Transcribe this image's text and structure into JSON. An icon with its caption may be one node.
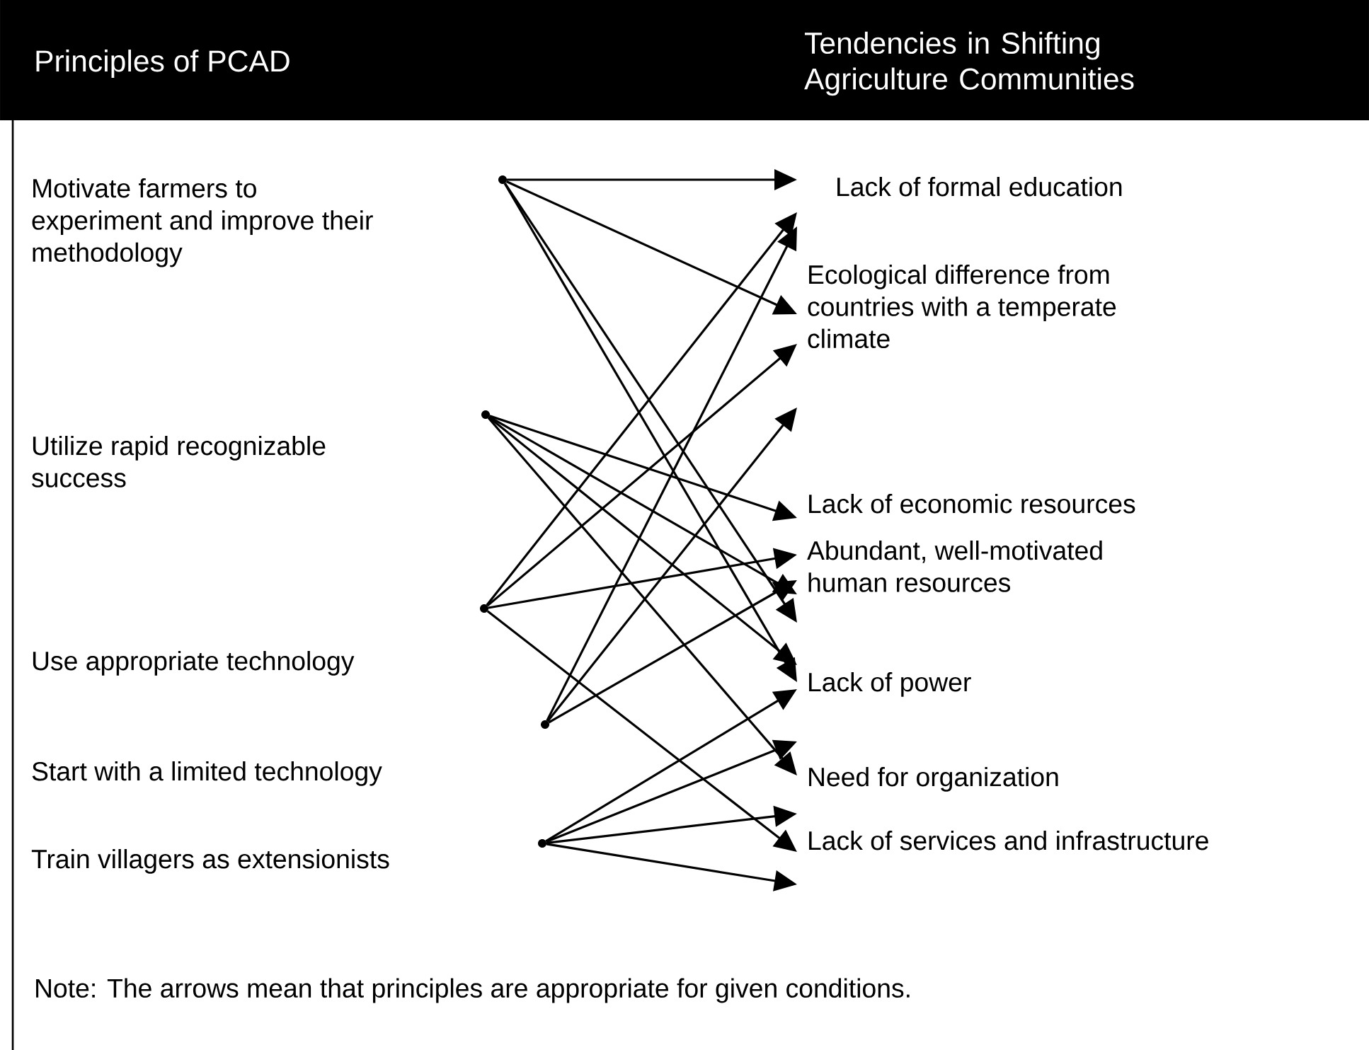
{
  "diagram": {
    "caption": "Note: The arrows mean that principles are appropriate for given conditions.",
    "nodes": [
      {
        "text": [
          "Motivate  farmers to experiment and improve their methodology"
        ]
      },
      {
        "text": [
          "Utilize rapid recognizable success"
        ]
      },
      {
        "text": [
          "Use appropriate technology"
        ]
      },
      {
        "text": [
          "Start with a limited technology"
        ]
      },
      {
        "text": [
          "Train villagers as extensionists"
        ]
      },
      {
        "text": [
          "Lack of formal education"
        ]
      },
      {
        "text": [
          "Ecological difference from countries with a temperate climate"
        ]
      },
      {
        "text": [
          "Lack of economic resources"
        ]
      },
      {
        "text": [
          "Abundant, well-motivated human resources"
        ]
      },
      {
        "text": [
          "Lack of power"
        ]
      },
      {
        "text": [
          "Need for organization"
        ]
      },
      {
        "text": [
          "Lack of services and infrastructure"
        ]
      },
      {
        "text": [],
        "shape": "dot"
      },
      {
        "text": [],
        "shape": "dot"
      },
      {
        "text": [],
        "shape": "dot"
      },
      {
        "text": [],
        "shape": "dot"
      },
      {
        "text": [],
        "shape": "dot"
      }
    ],
    "edges": [
      {
        "from": 12,
        "to": 5,
        "arrow": "to"
      },
      {
        "from": 12,
        "to": 6,
        "arrow": "to"
      },
      {
        "from": 12,
        "to": 8,
        "arrow": "to"
      },
      {
        "from": 12,
        "to": 9,
        "arrow": "to"
      },
      {
        "from": 13,
        "to": 7,
        "arrow": "to"
      },
      {
        "from": 13,
        "to": 8,
        "arrow": "to"
      },
      {
        "from": 13,
        "to": 9,
        "arrow": "to"
      },
      {
        "from": 13,
        "to": 10,
        "arrow": "to"
      },
      {
        "from": 14,
        "to": 6,
        "arrow": "to"
      },
      {
        "from": 14,
        "to": 6,
        "arrow": "to"
      },
      {
        "from": 14,
        "to": 8,
        "arrow": "to"
      },
      {
        "from": 14,
        "to": 11,
        "arrow": "to"
      },
      {
        "from": 15,
        "to": 6,
        "arrow": "to"
      },
      {
        "from": 15,
        "to": 6,
        "arrow": "to"
      },
      {
        "from": 15,
        "to": 8,
        "arrow": "to"
      },
      {
        "from": 16,
        "to": 9,
        "arrow": "to"
      },
      {
        "from": 16,
        "to": 10,
        "arrow": "to"
      },
      {
        "from": 16,
        "to": 11,
        "arrow": "to"
      },
      {
        "from": 16,
        "to": 11,
        "arrow": "to"
      }
    ],
    "labels": [
      "Principles of PCAD",
      "Tendencies in Shifting Agriculture Communities"
    ]
  }
}
